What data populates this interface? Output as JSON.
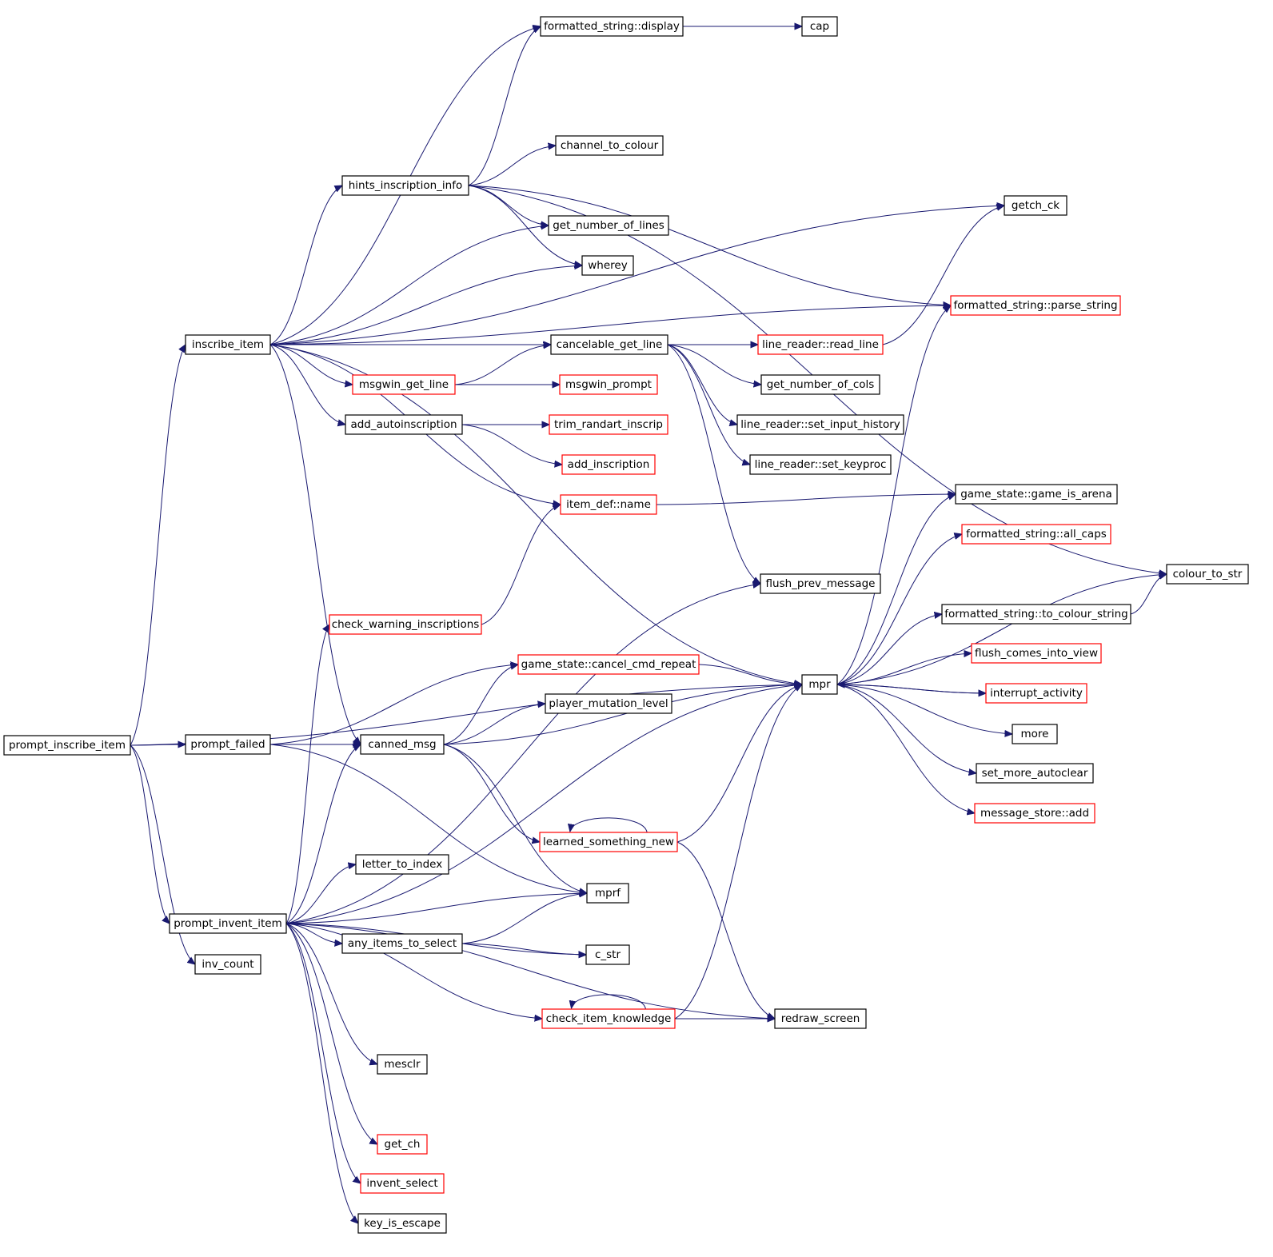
{
  "diagram": {
    "colors": {
      "edge": "#191970",
      "root_fill": "#bfbfbf",
      "black_border": "#000000",
      "red_border": "#ff0000"
    },
    "nodes": [
      {
        "id": "prompt_inscribe_item",
        "label": "prompt_inscribe_item",
        "border": "black",
        "root": true
      },
      {
        "id": "formatted_string_display",
        "label": "formatted_string::display",
        "border": "black"
      },
      {
        "id": "cap",
        "label": "cap",
        "border": "black"
      },
      {
        "id": "channel_to_colour",
        "label": "channel_to_colour",
        "border": "black"
      },
      {
        "id": "hints_inscription_info",
        "label": "hints_inscription_info",
        "border": "black"
      },
      {
        "id": "getch_ck",
        "label": "getch_ck",
        "border": "black"
      },
      {
        "id": "get_number_of_lines",
        "label": "get_number_of_lines",
        "border": "black"
      },
      {
        "id": "wherey",
        "label": "wherey",
        "border": "black"
      },
      {
        "id": "parse_string",
        "label": "formatted_string::parse_string",
        "border": "red"
      },
      {
        "id": "inscribe_item",
        "label": "inscribe_item",
        "border": "black"
      },
      {
        "id": "cancelable_get_line",
        "label": "cancelable_get_line",
        "border": "black"
      },
      {
        "id": "read_line",
        "label": "line_reader::read_line",
        "border": "red"
      },
      {
        "id": "msgwin_get_line",
        "label": "msgwin_get_line",
        "border": "red"
      },
      {
        "id": "msgwin_prompt",
        "label": "msgwin_prompt",
        "border": "red"
      },
      {
        "id": "get_number_of_cols",
        "label": "get_number_of_cols",
        "border": "black"
      },
      {
        "id": "add_autoinscription",
        "label": "add_autoinscription",
        "border": "black"
      },
      {
        "id": "trim_randart_inscrip",
        "label": "trim_randart_inscrip",
        "border": "red"
      },
      {
        "id": "set_input_history",
        "label": "line_reader::set_input_history",
        "border": "black"
      },
      {
        "id": "add_inscription",
        "label": "add_inscription",
        "border": "red"
      },
      {
        "id": "set_keyproc",
        "label": "line_reader::set_keyproc",
        "border": "black"
      },
      {
        "id": "item_def_name",
        "label": "item_def::name",
        "border": "red"
      },
      {
        "id": "game_is_arena",
        "label": "game_state::game_is_arena",
        "border": "black"
      },
      {
        "id": "all_caps",
        "label": "formatted_string::all_caps",
        "border": "red"
      },
      {
        "id": "colour_to_str",
        "label": "colour_to_str",
        "border": "black"
      },
      {
        "id": "flush_prev_message",
        "label": "flush_prev_message",
        "border": "black"
      },
      {
        "id": "check_warning_inscriptions",
        "label": "check_warning_inscriptions",
        "border": "red"
      },
      {
        "id": "to_colour_string",
        "label": "formatted_string::to_colour_string",
        "border": "black"
      },
      {
        "id": "cancel_cmd_repeat",
        "label": "game_state::cancel_cmd_repeat",
        "border": "red"
      },
      {
        "id": "flush_comes_into_view",
        "label": "flush_comes_into_view",
        "border": "red"
      },
      {
        "id": "mpr",
        "label": "mpr",
        "border": "black"
      },
      {
        "id": "interrupt_activity",
        "label": "interrupt_activity",
        "border": "red"
      },
      {
        "id": "player_mutation_level",
        "label": "player_mutation_level",
        "border": "black"
      },
      {
        "id": "more",
        "label": "more",
        "border": "black"
      },
      {
        "id": "prompt_failed",
        "label": "prompt_failed",
        "border": "black"
      },
      {
        "id": "canned_msg",
        "label": "canned_msg",
        "border": "black"
      },
      {
        "id": "set_more_autoclear",
        "label": "set_more_autoclear",
        "border": "black"
      },
      {
        "id": "message_store_add",
        "label": "message_store::add",
        "border": "red"
      },
      {
        "id": "learned_something_new",
        "label": "learned_something_new",
        "border": "red"
      },
      {
        "id": "letter_to_index",
        "label": "letter_to_index",
        "border": "black"
      },
      {
        "id": "mprf",
        "label": "mprf",
        "border": "black"
      },
      {
        "id": "prompt_invent_item",
        "label": "prompt_invent_item",
        "border": "black"
      },
      {
        "id": "any_items_to_select",
        "label": "any_items_to_select",
        "border": "black"
      },
      {
        "id": "c_str",
        "label": "c_str",
        "border": "black"
      },
      {
        "id": "inv_count",
        "label": "inv_count",
        "border": "black"
      },
      {
        "id": "check_item_knowledge",
        "label": "check_item_knowledge",
        "border": "red"
      },
      {
        "id": "redraw_screen",
        "label": "redraw_screen",
        "border": "black"
      },
      {
        "id": "mesclr",
        "label": "mesclr",
        "border": "black"
      },
      {
        "id": "get_ch",
        "label": "get_ch",
        "border": "red"
      },
      {
        "id": "invent_select",
        "label": "invent_select",
        "border": "red"
      },
      {
        "id": "key_is_escape",
        "label": "key_is_escape",
        "border": "black"
      }
    ],
    "edges": [
      [
        "prompt_inscribe_item",
        "inscribe_item"
      ],
      [
        "prompt_inscribe_item",
        "prompt_failed"
      ],
      [
        "prompt_inscribe_item",
        "prompt_invent_item"
      ],
      [
        "prompt_inscribe_item",
        "inv_count"
      ],
      [
        "prompt_inscribe_item",
        "mpr"
      ],
      [
        "inscribe_item",
        "formatted_string_display"
      ],
      [
        "inscribe_item",
        "hints_inscription_info"
      ],
      [
        "inscribe_item",
        "getch_ck"
      ],
      [
        "inscribe_item",
        "get_number_of_lines"
      ],
      [
        "inscribe_item",
        "wherey"
      ],
      [
        "inscribe_item",
        "parse_string"
      ],
      [
        "inscribe_item",
        "cancelable_get_line"
      ],
      [
        "inscribe_item",
        "msgwin_get_line"
      ],
      [
        "inscribe_item",
        "add_autoinscription"
      ],
      [
        "inscribe_item",
        "item_def_name"
      ],
      [
        "inscribe_item",
        "mpr"
      ],
      [
        "inscribe_item",
        "canned_msg"
      ],
      [
        "hints_inscription_info",
        "formatted_string_display"
      ],
      [
        "hints_inscription_info",
        "channel_to_colour"
      ],
      [
        "hints_inscription_info",
        "colour_to_str"
      ],
      [
        "hints_inscription_info",
        "get_number_of_lines"
      ],
      [
        "hints_inscription_info",
        "wherey"
      ],
      [
        "hints_inscription_info",
        "parse_string"
      ],
      [
        "formatted_string_display",
        "cap"
      ],
      [
        "cancelable_get_line",
        "read_line"
      ],
      [
        "cancelable_get_line",
        "get_number_of_cols"
      ],
      [
        "cancelable_get_line",
        "set_input_history"
      ],
      [
        "cancelable_get_line",
        "set_keyproc"
      ],
      [
        "cancelable_get_line",
        "flush_prev_message"
      ],
      [
        "read_line",
        "getch_ck"
      ],
      [
        "msgwin_get_line",
        "cancelable_get_line"
      ],
      [
        "msgwin_get_line",
        "msgwin_prompt"
      ],
      [
        "add_autoinscription",
        "trim_randart_inscrip"
      ],
      [
        "add_autoinscription",
        "add_inscription"
      ],
      [
        "item_def_name",
        "game_is_arena"
      ],
      [
        "check_warning_inscriptions",
        "item_def_name"
      ],
      [
        "to_colour_string",
        "colour_to_str"
      ],
      [
        "cancel_cmd_repeat",
        "mpr"
      ],
      [
        "mpr",
        "game_is_arena"
      ],
      [
        "mpr",
        "parse_string"
      ],
      [
        "mpr",
        "all_caps"
      ],
      [
        "mpr",
        "colour_to_str"
      ],
      [
        "mpr",
        "to_colour_string"
      ],
      [
        "mpr",
        "flush_comes_into_view"
      ],
      [
        "mpr",
        "interrupt_activity"
      ],
      [
        "mpr",
        "more"
      ],
      [
        "mpr",
        "set_more_autoclear"
      ],
      [
        "mpr",
        "message_store_add"
      ],
      [
        "interrupt_activity",
        "mpr"
      ],
      [
        "prompt_failed",
        "cancel_cmd_repeat"
      ],
      [
        "prompt_failed",
        "canned_msg"
      ],
      [
        "prompt_failed",
        "mprf"
      ],
      [
        "canned_msg",
        "cancel_cmd_repeat"
      ],
      [
        "canned_msg",
        "player_mutation_level"
      ],
      [
        "canned_msg",
        "mpr"
      ],
      [
        "canned_msg",
        "learned_something_new"
      ],
      [
        "canned_msg",
        "mprf"
      ],
      [
        "learned_something_new",
        "learned_something_new"
      ],
      [
        "learned_something_new",
        "mpr"
      ],
      [
        "learned_something_new",
        "redraw_screen"
      ],
      [
        "prompt_invent_item",
        "check_warning_inscriptions"
      ],
      [
        "prompt_invent_item",
        "flush_prev_message"
      ],
      [
        "prompt_invent_item",
        "canned_msg"
      ],
      [
        "prompt_invent_item",
        "mpr"
      ],
      [
        "prompt_invent_item",
        "letter_to_index"
      ],
      [
        "prompt_invent_item",
        "mprf"
      ],
      [
        "prompt_invent_item",
        "any_items_to_select"
      ],
      [
        "prompt_invent_item",
        "c_str"
      ],
      [
        "prompt_invent_item",
        "check_item_knowledge"
      ],
      [
        "prompt_invent_item",
        "redraw_screen"
      ],
      [
        "prompt_invent_item",
        "mesclr"
      ],
      [
        "prompt_invent_item",
        "get_ch"
      ],
      [
        "prompt_invent_item",
        "invent_select"
      ],
      [
        "prompt_invent_item",
        "key_is_escape"
      ],
      [
        "any_items_to_select",
        "mprf"
      ],
      [
        "any_items_to_select",
        "c_str"
      ],
      [
        "check_item_knowledge",
        "check_item_knowledge"
      ],
      [
        "check_item_knowledge",
        "mpr"
      ],
      [
        "check_item_knowledge",
        "redraw_screen"
      ]
    ]
  }
}
